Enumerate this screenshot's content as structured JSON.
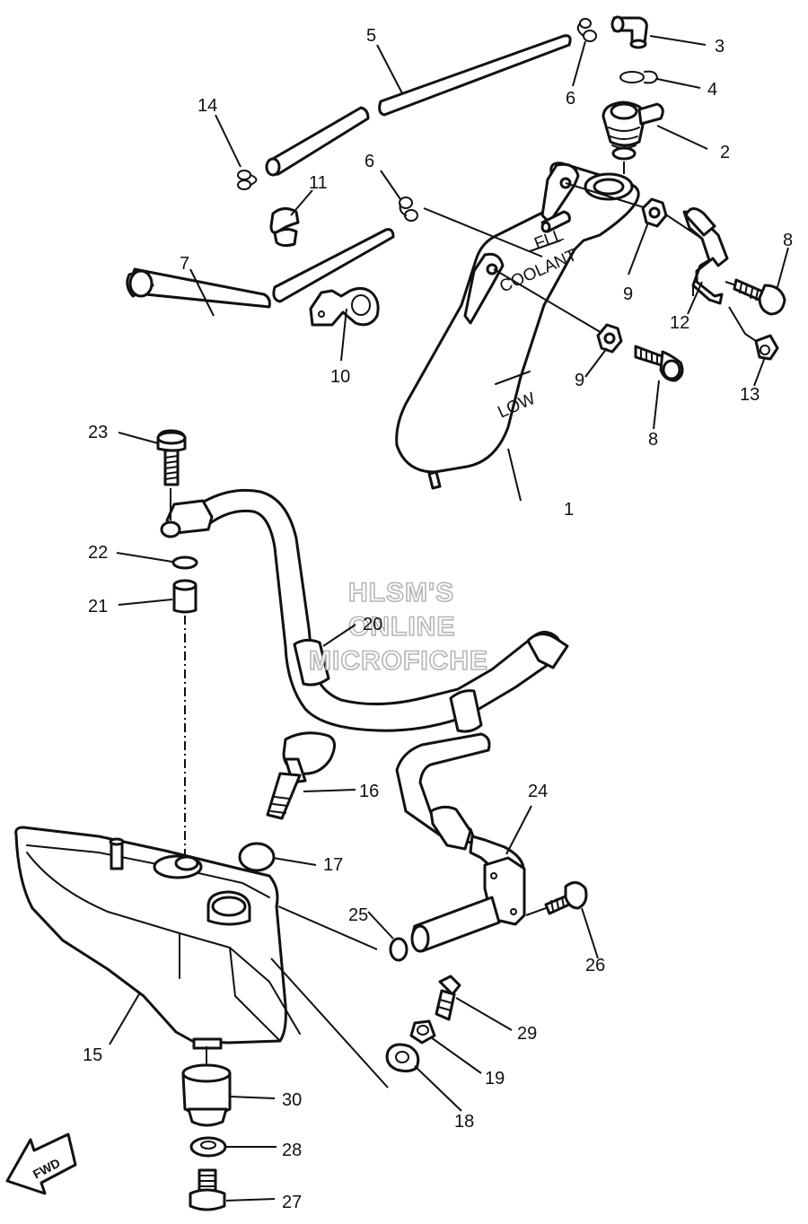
{
  "watermark": {
    "line1": "HLSM'S",
    "line2": "ONLINE",
    "line3": "MICROFICHE"
  },
  "tank_labels": {
    "full": "FLL",
    "coolant": "COOLANT",
    "low": "LOW"
  },
  "fwd_label": "FWD",
  "callouts": {
    "c1": "1",
    "c2": "2",
    "c3": "3",
    "c4": "4",
    "c5": "5",
    "c6a": "6",
    "c6b": "6",
    "c7": "7",
    "c8a": "8",
    "c8b": "8",
    "c9a": "9",
    "c9b": "9",
    "c10": "10",
    "c11": "11",
    "c12": "12",
    "c13": "13",
    "c14": "14",
    "c15": "15",
    "c16": "16",
    "c17": "17",
    "c18": "18",
    "c19": "19",
    "c20": "20",
    "c21": "21",
    "c22": "22",
    "c23": "23",
    "c24": "24",
    "c25": "25",
    "c26": "26",
    "c27": "27",
    "c28": "28",
    "c29": "29",
    "c30": "30"
  }
}
